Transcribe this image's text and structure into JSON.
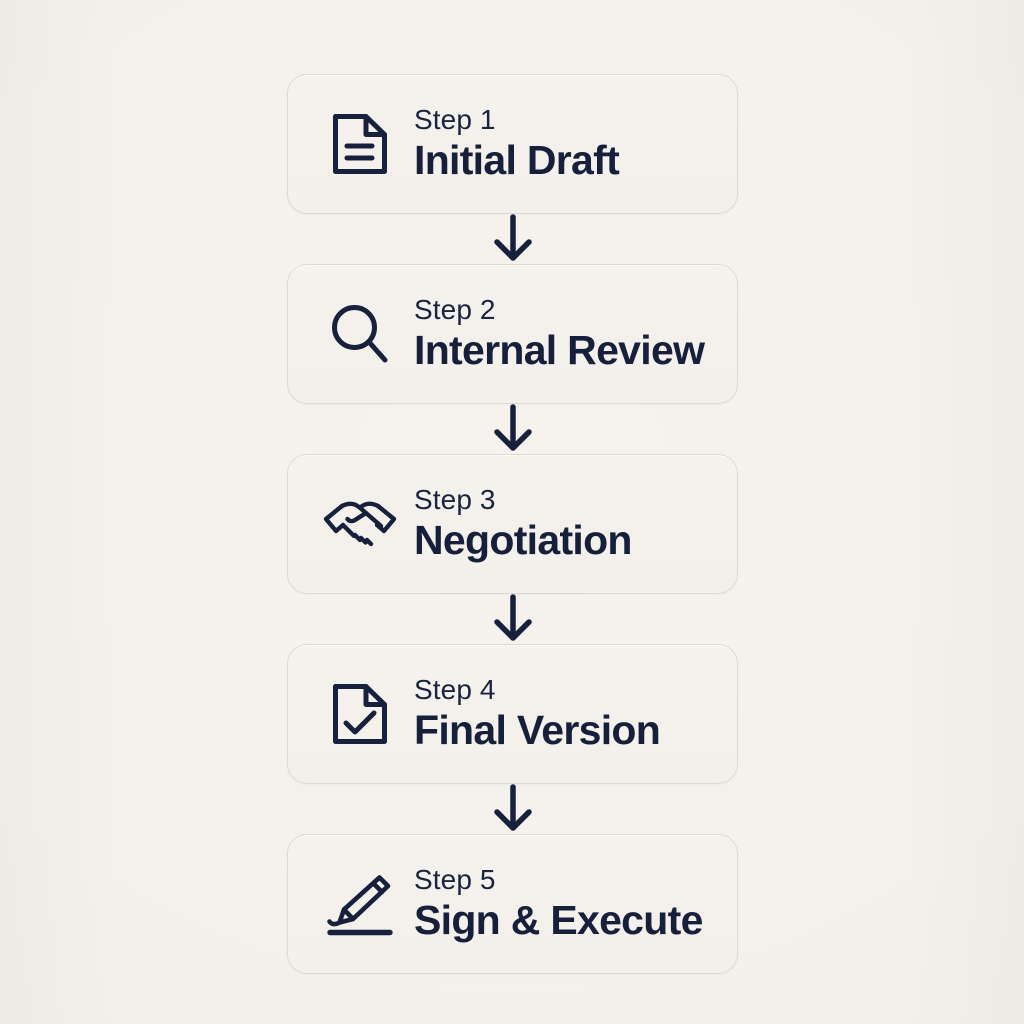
{
  "diagram": {
    "type": "vertical-flowchart",
    "orientation": "top-to-bottom",
    "title_visible": false,
    "background_color": "#f4f1ec",
    "card_fill_color": "#f3f0ea",
    "card_border_color": "#dedad3",
    "ink_color": "#17203d",
    "step_count": 5,
    "connector_symbol": "down-arrow"
  },
  "steps": [
    {
      "eyebrow": "Step 1",
      "title": "Initial Draft",
      "icon": "document-icon"
    },
    {
      "eyebrow": "Step 2",
      "title": "Internal Review",
      "icon": "magnifier-icon"
    },
    {
      "eyebrow": "Step 3",
      "title": "Negotiation",
      "icon": "handshake-icon"
    },
    {
      "eyebrow": "Step 4",
      "title": "Final Version",
      "icon": "document-check-icon"
    },
    {
      "eyebrow": "Step 5",
      "title": "Sign & Execute",
      "icon": "signature-pen-icon"
    }
  ],
  "connectors": [
    {
      "from": "Step 1",
      "to": "Step 2",
      "symbol": "down-arrow"
    },
    {
      "from": "Step 2",
      "to": "Step 3",
      "symbol": "down-arrow"
    },
    {
      "from": "Step 3",
      "to": "Step 4",
      "symbol": "down-arrow"
    },
    {
      "from": "Step 4",
      "to": "Step 5",
      "symbol": "down-arrow"
    }
  ]
}
